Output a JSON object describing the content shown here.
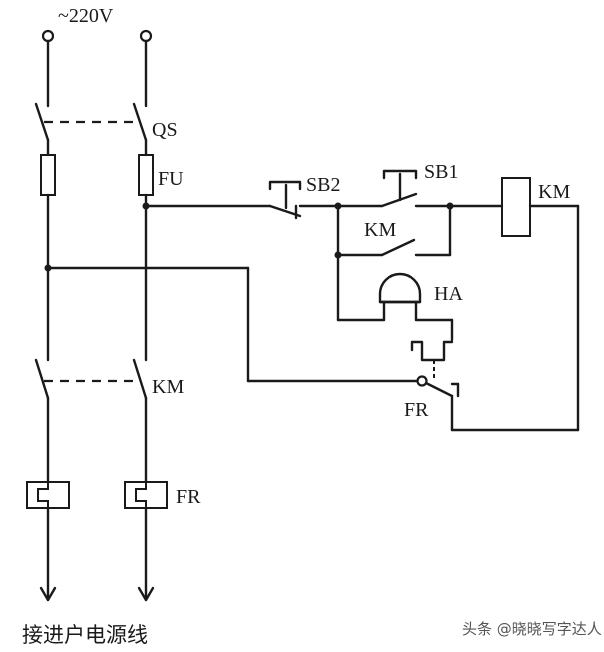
{
  "supply_label": "~220V",
  "labels": {
    "qs": "QS",
    "fu": "FU",
    "sb2": "SB2",
    "sb1": "SB1",
    "km_coil": "KM",
    "km_aux": "KM",
    "ha": "HA",
    "fr_contact": "FR",
    "km_main": "KM",
    "fr_heater": "FR"
  },
  "bottom_caption": "接进户电源线",
  "watermark": "头条 @晓晓写字达人"
}
